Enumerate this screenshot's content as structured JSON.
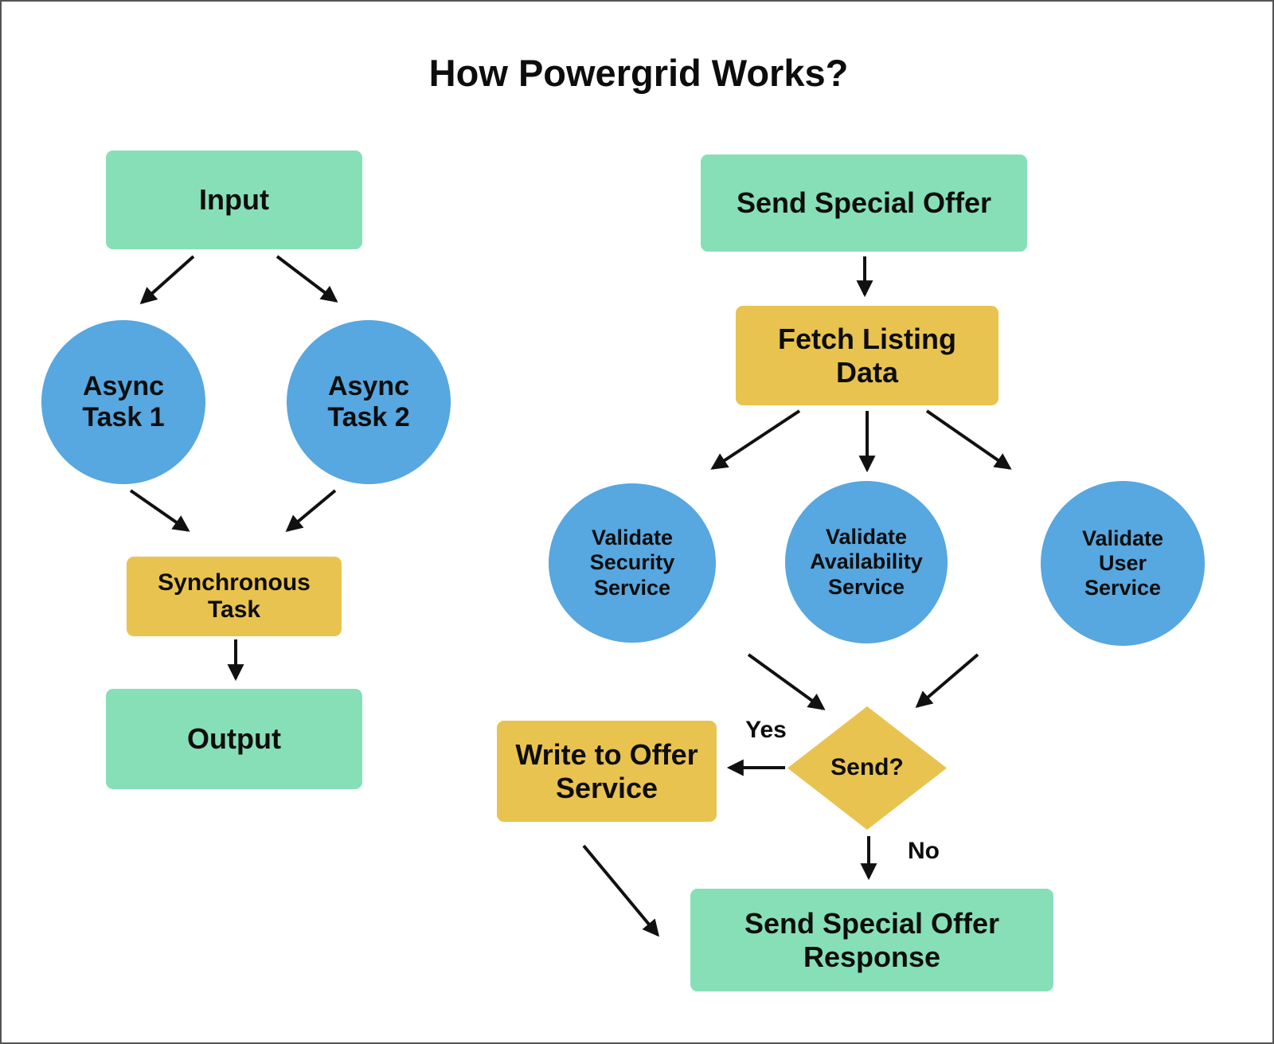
{
  "title": "How Powergrid Works?",
  "colors": {
    "green": "#87DFB8",
    "yellow": "#E9C34F",
    "blue": "#57A7E0",
    "arrow": "#111111",
    "frame": "#555555"
  },
  "left_flow": {
    "input": "Input",
    "async_task_1": "Async Task 1",
    "async_task_2": "Async Task 2",
    "synchronous_task": "Synchronous Task",
    "output": "Output"
  },
  "right_flow": {
    "send_special_offer": "Send Special Offer",
    "fetch_listing_data": "Fetch Listing Data",
    "validate_security_service": "Validate Security Service",
    "validate_availability_service": "Validate Availability Service",
    "validate_user_service": "Validate User Service",
    "decision": "Send?",
    "write_to_offer_service": "Write to Offer Service",
    "send_special_offer_response": "Send Special Offer Response",
    "yes_label": "Yes",
    "no_label": "No"
  }
}
